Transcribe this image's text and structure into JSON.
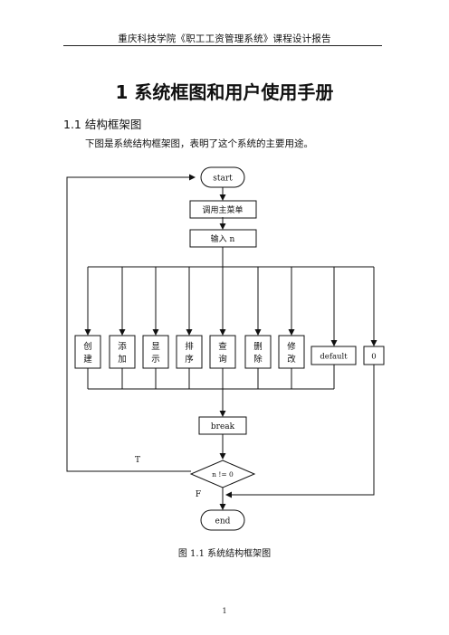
{
  "header": {
    "text": "重庆科技学院《职工工资管理系统》课程设计报告"
  },
  "chapter_title": "1  系统框图和用户使用手册",
  "section": {
    "title": "1.1  结构框架图"
  },
  "intro": "下图是系统结构框架图，表明了这个系统的主要用途。",
  "flowchart": {
    "start": "start",
    "call_menu": "调用主菜单",
    "input_n": "输入 n",
    "branches": [
      {
        "top": "创",
        "bottom": "建"
      },
      {
        "top": "添",
        "bottom": "加"
      },
      {
        "top": "显",
        "bottom": "示"
      },
      {
        "top": "排",
        "bottom": "序"
      },
      {
        "top": "查",
        "bottom": "询"
      },
      {
        "top": "删",
        "bottom": "除"
      },
      {
        "top": "修",
        "bottom": "改"
      }
    ],
    "default": "default",
    "zero": "0",
    "break": "break",
    "condition": "n != 0",
    "true_label": "T",
    "false_label": "F",
    "end": "end"
  },
  "caption": "图 1.1  系统结构框架图",
  "page_number": "1"
}
